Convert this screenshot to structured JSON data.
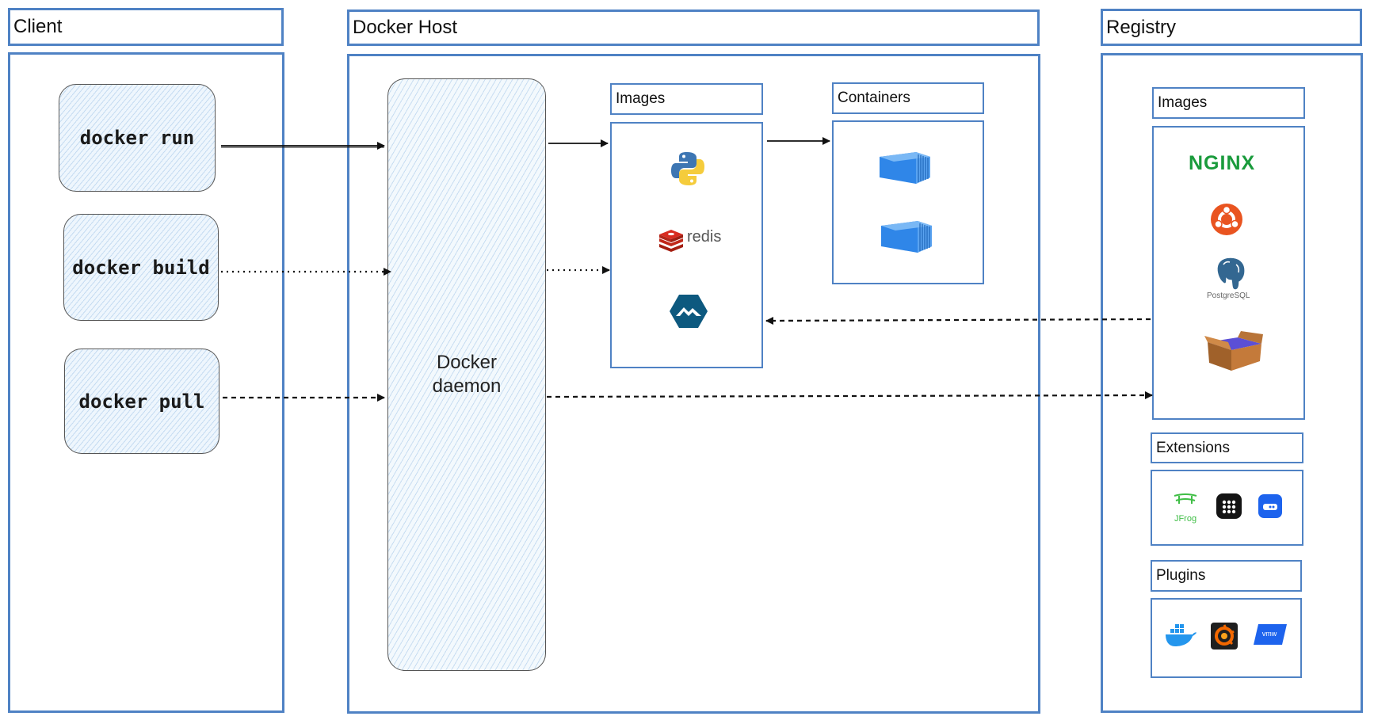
{
  "client": {
    "title": "Client",
    "commands": [
      "docker run",
      "docker build",
      "docker pull"
    ]
  },
  "host": {
    "title": "Docker Host",
    "daemon_line1": "Docker",
    "daemon_line2": "daemon",
    "images_title": "Images",
    "containers_title": "Containers",
    "redis_label": "redis"
  },
  "registry": {
    "title": "Registry",
    "images_title": "Images",
    "extensions_title": "Extensions",
    "plugins_title": "Plugins",
    "nginx_label": "NGINX",
    "postgres_label": "PostgreSQL",
    "jfrog_label": "JFrog",
    "vmware_label": "vmw"
  },
  "colors": {
    "frame": "#4f82c4",
    "nginx": "#1a9b3c",
    "redis": "#d82c20",
    "ubuntu": "#e95420",
    "container": "#2f86e8"
  }
}
